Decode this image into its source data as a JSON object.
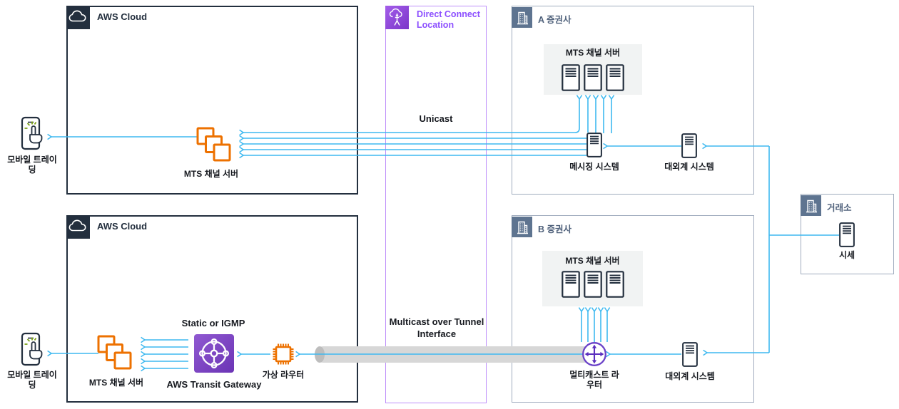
{
  "diagram": {
    "clouds": {
      "top": {
        "title": "AWS Cloud",
        "mts": "MTS 채널 서버"
      },
      "bottom": {
        "title": "AWS Cloud",
        "mts": "MTS 채널 서버",
        "static_igmp": "Static or IGMP",
        "tgw": "AWS Transit Gateway",
        "vrouter": "가상 라우터"
      }
    },
    "direct_connect": {
      "title": "Direct Connect Location",
      "unicast": "Unicast",
      "multicast": "Multicast over Tunnel Interface"
    },
    "securities_a": {
      "title": "A 증권사",
      "mts": "MTS 채널 서버",
      "messaging": "메시징 시스템",
      "external": "대외계 시스템"
    },
    "securities_b": {
      "title": "B 증권사",
      "mts": "MTS 채널 서버",
      "mrouter": "멀티캐스트 라우터",
      "external": "대외계 시스템"
    },
    "exchange": {
      "title": "거래소",
      "quote": "시세"
    },
    "mobile_top": {
      "label": "모바일 트레이딩"
    },
    "mobile_bottom": {
      "label": "모바일 트레이딩"
    },
    "icons": {
      "aws_cloud": "cloud-icon",
      "direct_connect": "cloud-tower-icon",
      "company": "building-icon",
      "mts_stack": "instances-stack-icon",
      "server": "server-icon",
      "transit_gateway": "transit-gateway-icon",
      "virtual_router": "chip-router-icon",
      "multicast_router": "multicast-router-icon",
      "mobile": "phone-tap-icon"
    },
    "colors": {
      "line_blue": "#3EB9F0",
      "aws_dark": "#232F3E",
      "aws_orange": "#ED7100",
      "aws_purple": "#8C4FFF",
      "slate": "#5E7490",
      "tunnel_gray": "#D7D7D7",
      "spark_green": "#7AA116"
    }
  }
}
